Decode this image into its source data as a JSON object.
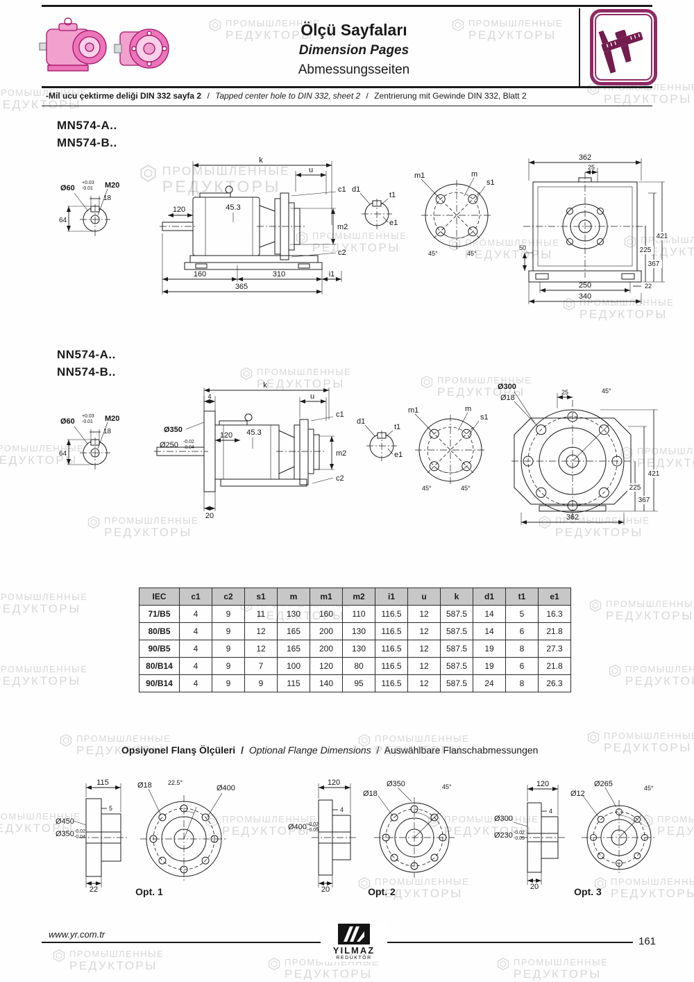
{
  "header": {
    "title_tr": "Ölçü Sayfaları",
    "title_en": "Dimension Pages",
    "title_de": "Abmessungsseiten",
    "note_tr": "-Mil ucu çektirme deliği DIN 332 sayfa 2",
    "note_en": "Tapped center hole to DIN 332, sheet 2",
    "note_de": "Zentrierung mit Gewinde DIN 332, Blatt 2",
    "sep": "/"
  },
  "colors": {
    "brand_magenta": "#8e2b63",
    "pink_fill": "#f2a0ce",
    "table_header_bg": "#c7c7c7",
    "watermark_gray": "#a9a9a9"
  },
  "watermark": {
    "line1": "ПРОМЫШЛЕННЫЕ",
    "line2": "РЕДУКТОРЫ"
  },
  "mn": {
    "heading1": "MN574-A..",
    "heading2": "MN574-B..",
    "shaft_end": {
      "dia": "Ø60",
      "tol_plus": "+0.03",
      "tol_minus": "-0.01",
      "thread": "M20",
      "key_w": "18",
      "key_h": "64"
    },
    "side": {
      "k": "k",
      "u": "u",
      "c1": "c1",
      "m2": "m2",
      "c2": "c2",
      "len1": "120",
      "len2": "45.3",
      "b1": "160",
      "b2": "310",
      "i1": "i1",
      "b3": "365"
    },
    "detail": {
      "d1": "d1",
      "t1": "t1",
      "e1": "e1"
    },
    "bolt": {
      "m1": "m1",
      "m": "m",
      "s1": "s1",
      "a1": "45°",
      "a2": "45°"
    },
    "rear": {
      "w": "362",
      "off": "25",
      "h1": "421",
      "h2": "367",
      "h3": "225",
      "h4": "50",
      "b1": "250",
      "b2": "22",
      "b3": "340"
    }
  },
  "nn": {
    "heading1": "NN574-A..",
    "heading2": "NN574-B..",
    "shaft_end": {
      "dia": "Ø60",
      "tol_plus": "+0.03",
      "tol_minus": "-0.01",
      "thread": "M20",
      "key_w": "18",
      "key_h": "64"
    },
    "side": {
      "k": "k",
      "f": "4",
      "u": "u",
      "c1": "c1",
      "m2": "m2",
      "c2": "c2",
      "len1": "120",
      "len2": "45.3",
      "dia1": "Ø350",
      "dia2": "Ø250",
      "tol1": "-0.02",
      "tol2": "-0.04",
      "b1": "20"
    },
    "detail": {
      "d1": "d1",
      "t1": "t1",
      "e1": "e1"
    },
    "bolt": {
      "m1": "m1",
      "m": "m",
      "s1": "s1",
      "a1": "45°",
      "a2": "45°"
    },
    "rear": {
      "dia1": "Ø300",
      "dia2": "Ø18",
      "off": "25",
      "a1": "45°",
      "h1": "421",
      "h2": "367",
      "h3": "225",
      "w": "362"
    }
  },
  "table": {
    "headers": [
      "IEC",
      "c1",
      "c2",
      "s1",
      "m",
      "m1",
      "m2",
      "i1",
      "u",
      "k",
      "d1",
      "t1",
      "e1"
    ],
    "rows": [
      [
        "71/B5",
        "4",
        "9",
        "11",
        "130",
        "160",
        "110",
        "116.5",
        "12",
        "587.5",
        "14",
        "5",
        "16.3"
      ],
      [
        "80/B5",
        "4",
        "9",
        "12",
        "165",
        "200",
        "130",
        "116.5",
        "12",
        "587.5",
        "14",
        "6",
        "21.8"
      ],
      [
        "90/B5",
        "4",
        "9",
        "12",
        "165",
        "200",
        "130",
        "116.5",
        "12",
        "587.5",
        "19",
        "8",
        "27.3"
      ],
      [
        "80/B14",
        "4",
        "9",
        "7",
        "100",
        "120",
        "80",
        "116.5",
        "12",
        "587.5",
        "19",
        "6",
        "21.8"
      ],
      [
        "90/B14",
        "4",
        "9",
        "9",
        "115",
        "140",
        "95",
        "116.5",
        "12",
        "587.5",
        "24",
        "8",
        "26.3"
      ]
    ]
  },
  "optional": {
    "heading_tr": "Opsiyonel Flanş Ölçüleri",
    "heading_en": "Optional Flange Dimensions",
    "heading_de": "Auswählbare Flanschabmessungen",
    "sep": "/",
    "opt1": {
      "caption": "Opt. 1",
      "w": "115",
      "t": "5",
      "dia1": "Ø450",
      "dia2": "Ø350",
      "tol1": "-0.02",
      "tol2": "-0.04",
      "b": "22",
      "hole": "Ø18",
      "ang": "22.5°",
      "bc": "Ø400"
    },
    "opt2": {
      "caption": "Opt. 2",
      "w": "120",
      "t": "4",
      "dia1": "Ø400",
      "tol1": "-0.02",
      "tol2": "-0.05",
      "b": "20",
      "od": "Ø350",
      "hole": "Ø18",
      "ang": "45°"
    },
    "opt3": {
      "caption": "Opt. 3",
      "w": "120",
      "t": "4",
      "dia1": "Ø300",
      "dia2": "Ø230",
      "tol1": "-0.02",
      "tol2": "-0.05",
      "b": "20",
      "od": "Ø265",
      "hole": "Ø12",
      "ang": "45°"
    }
  },
  "footer": {
    "url": "www.yr.com.tr",
    "brand1": "YILMAZ",
    "brand2": "REDÜKTÖR",
    "page": "161"
  }
}
